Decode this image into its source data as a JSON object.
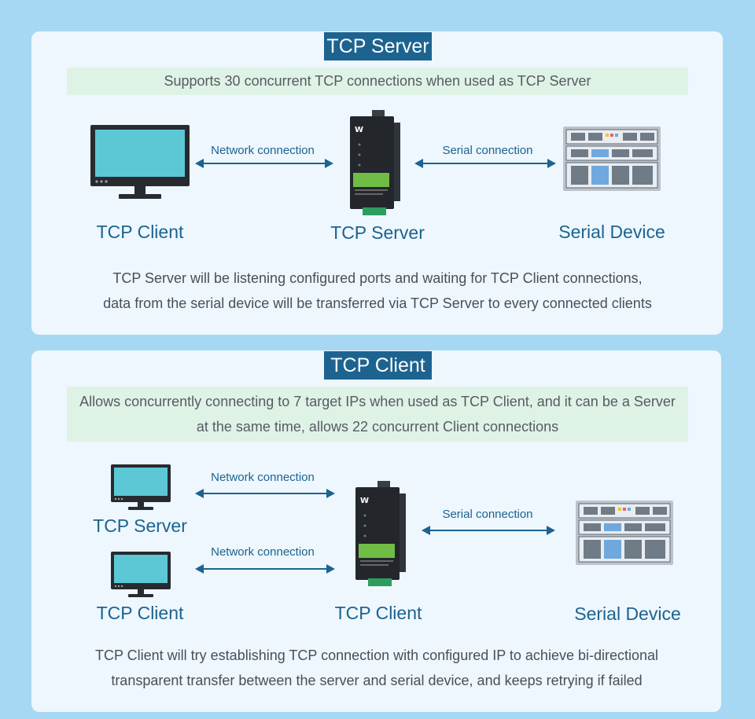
{
  "server_section": {
    "title": "TCP Server",
    "subtitle": "Supports 30 concurrent TCP connections when used as TCP Server",
    "labels": {
      "client": "TCP Client",
      "server": "TCP Server",
      "serial": "Serial Device"
    },
    "network_connection": "Network connection",
    "serial_connection": "Serial connection",
    "description_line1": "TCP Server will be listening configured ports and waiting for TCP Client connections,",
    "description_line2": "data from the serial device will be transferred via TCP Server to every connected clients"
  },
  "client_section": {
    "title": "TCP Client",
    "subtitle_line1": "Allows concurrently connecting to 7 target IPs when used as TCP Client, and it can be a Server",
    "subtitle_line2": "at the same time, allows 22 concurrent Client connections",
    "labels": {
      "server": "TCP Server",
      "client_left": "TCP Client",
      "device": "TCP Client",
      "serial": "Serial Device"
    },
    "network_connection_1": "Network connection",
    "network_connection_2": "Network connection",
    "serial_connection": "Serial connection",
    "description_line1": "TCP Client will try establishing TCP connection with configured IP to achieve bi-directional",
    "description_line2": "transparent transfer between the server and serial device, and keeps retrying if failed"
  },
  "colors": {
    "accent": "#1d6390",
    "background": "#a6d8f3",
    "panel": "#edf7fd",
    "band": "#dff2e6",
    "screen": "#5cc8d6"
  },
  "icons": [
    "monitor-icon",
    "device-icon",
    "server-rack-icon",
    "double-arrow-icon"
  ]
}
